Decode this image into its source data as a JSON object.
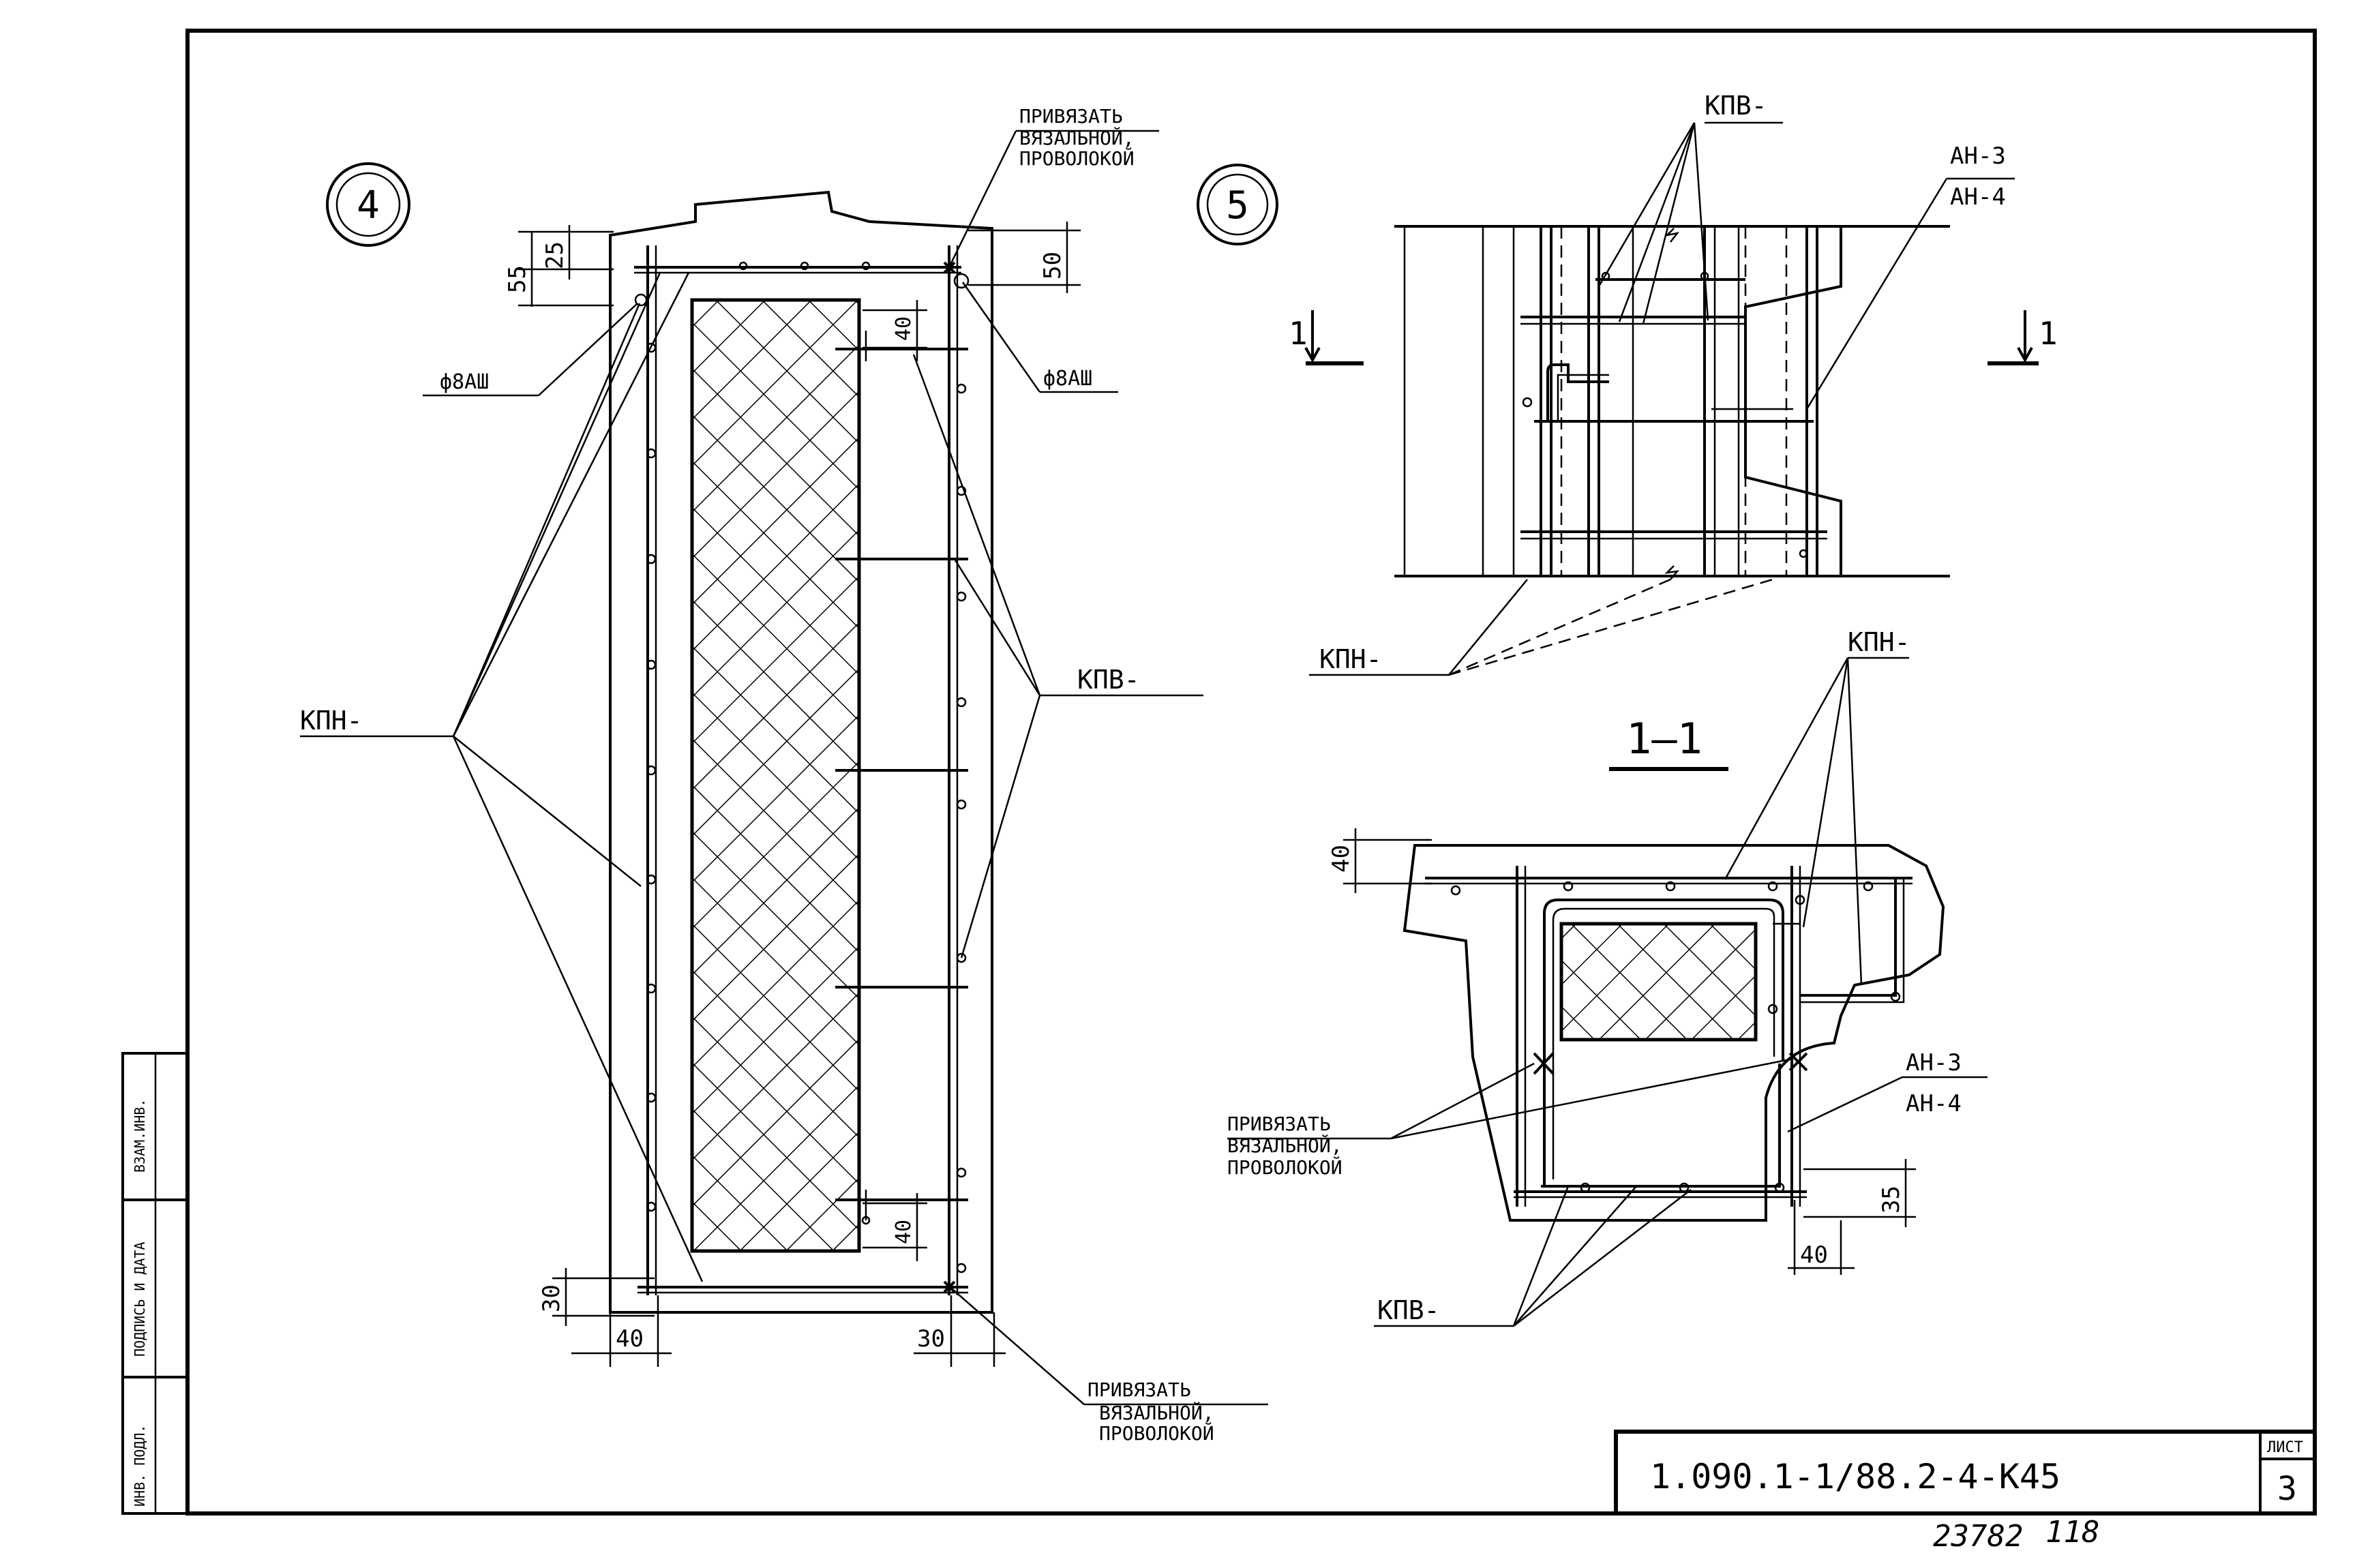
{
  "detail4": {
    "marker": "4",
    "label_kpn": "КПН-",
    "label_kpv": "КПВ-",
    "label_phi_left": "ф8АШ",
    "label_phi_right": "ф8АШ",
    "tie_note_top": [
      "ПРИВЯЗАТЬ",
      "ВЯЗАЛЬНОЙ,",
      "ПРОВОЛОКОЙ"
    ],
    "tie_note_bottom": [
      "ПРИВЯЗАТЬ",
      "ВЯЗАЛЬНОЙ,",
      "ПРОВОЛОКОЙ"
    ],
    "dims": {
      "d55": "55",
      "d25": "25",
      "d50": "50",
      "d40_top": "40",
      "d40_bottom": "40",
      "d30_left": "30",
      "d40_left": "40",
      "d30_right": "30"
    }
  },
  "detail5": {
    "marker": "5",
    "label_kpv": "КПВ-",
    "label_kpn": "КПН-",
    "label_an3": "АН-3",
    "label_an4": "АН-4",
    "section_mark_left": "1",
    "section_mark_right": "1"
  },
  "section11": {
    "title": "1—1",
    "label_kpn": "КПН-",
    "label_kpv": "КПВ-",
    "label_an3": "АН-3",
    "label_an4": "АН-4",
    "tie_note": [
      "ПРИВЯЗАТЬ",
      "ВЯЗАЛЬНОЙ,",
      "ПРОВОЛОКОЙ"
    ],
    "dims": {
      "d40_top": "40",
      "d35": "35",
      "d40_bottom": "40"
    }
  },
  "side_stamp": [
    "ИНВ. ПОДЛ.",
    "ПОДПИСЬ И ДАТА",
    "ВЗАМ.ИНВ."
  ],
  "title_block": {
    "code": "1.090.1-1/88.2-4-К45",
    "sheet_label": "ЛИСТ",
    "sheet_number": "3"
  },
  "handwritten": {
    "number": "23782",
    "note": "118"
  }
}
